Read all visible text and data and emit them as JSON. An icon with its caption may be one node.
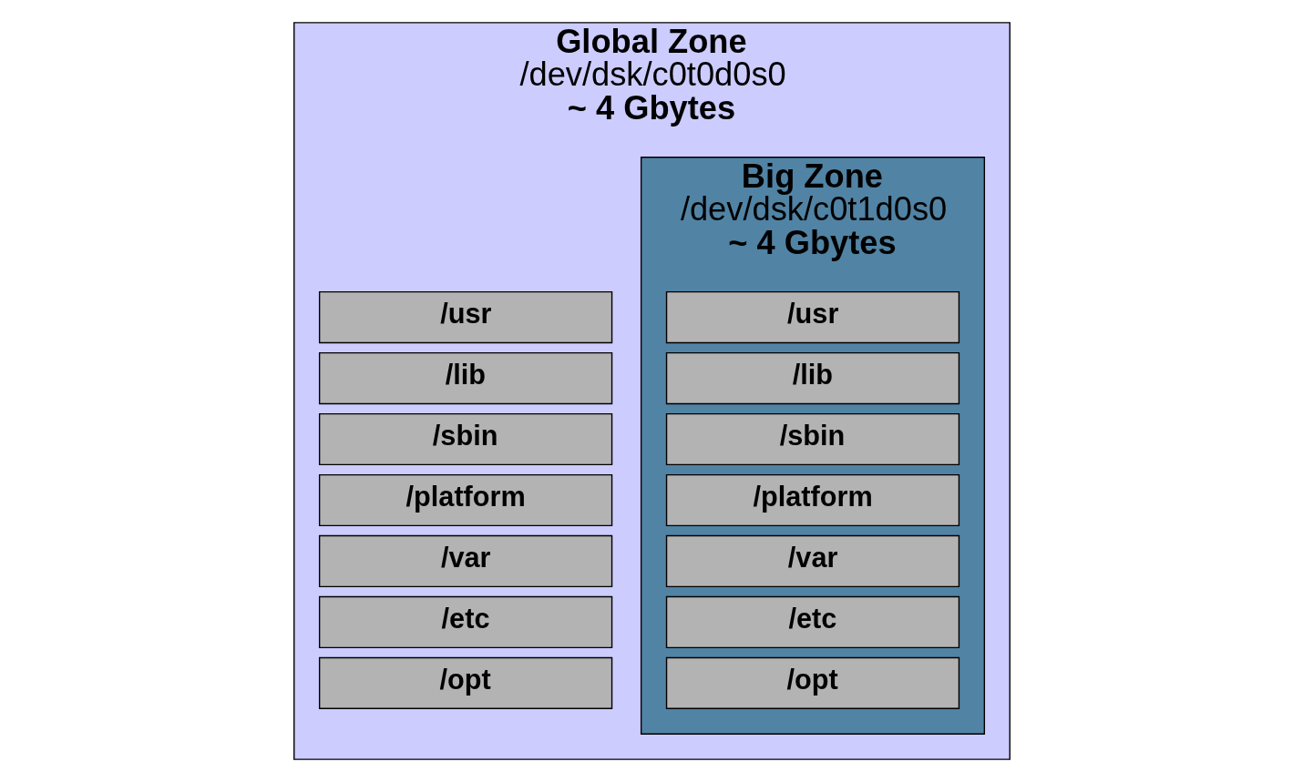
{
  "diagram": {
    "nodes": [
      {
        "text": [
          "Global Zone",
          "/dev/dsk/c0t0d0s0",
          "~ 4 Gbytes"
        ]
      },
      {
        "text": [
          "/usr"
        ],
        "in": 0
      },
      {
        "text": [
          "/lib"
        ],
        "in": 0
      },
      {
        "text": [
          "/sbin"
        ],
        "in": 0
      },
      {
        "text": [
          "/platform"
        ],
        "in": 0
      },
      {
        "text": [
          "/var"
        ],
        "in": 0
      },
      {
        "text": [
          "/etc"
        ],
        "in": 0
      },
      {
        "text": [
          "/opt"
        ],
        "in": 0
      },
      {
        "text": [
          "Big Zone",
          "/dev/dsk/c0t1d0s0",
          "~ 4 Gbytes"
        ],
        "in": 0
      },
      {
        "text": [
          "/usr"
        ],
        "in": 8
      },
      {
        "text": [
          "/lib"
        ],
        "in": 8
      },
      {
        "text": [
          "/sbin"
        ],
        "in": 8
      },
      {
        "text": [
          "/platform"
        ],
        "in": 8
      },
      {
        "text": [
          "/var"
        ],
        "in": 8
      },
      {
        "text": [
          "/etc"
        ],
        "in": 8
      },
      {
        "text": [
          "/opt"
        ],
        "in": 8
      }
    ],
    "edges": []
  }
}
